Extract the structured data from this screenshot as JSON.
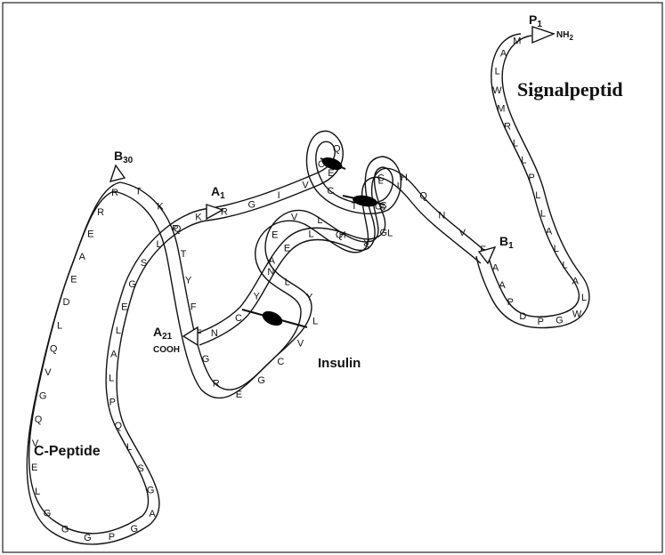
{
  "labels": {
    "signal_peptide": "Signalpeptid",
    "c_peptide": "C-Peptide",
    "insulin": "Insulin",
    "p1": "P",
    "p1_sub": "1",
    "nh2": "NH",
    "nh2_sub": "2",
    "b30": "B",
    "b30_sub": "30",
    "a1": "A",
    "a1_sub": "1",
    "b1": "B",
    "b1_sub": "1",
    "a21": "A",
    "a21_sub": "21",
    "cooh": "COOH"
  },
  "residues": {
    "signal_peptide": [
      "M",
      "A",
      "L",
      "W",
      "M",
      "R",
      "L",
      "L",
      "P",
      "L",
      "L",
      "A",
      "L",
      "L",
      "A",
      "L",
      "W",
      "G",
      "P",
      "D",
      "P",
      "A",
      "A"
    ],
    "b_chain": [
      "F",
      "V",
      "N",
      "Q",
      "H",
      "L",
      "C",
      "G",
      "S",
      "H",
      "L",
      "V",
      "E",
      "A",
      "L",
      "Y",
      "L",
      "V",
      "C",
      "G",
      "E",
      "R",
      "G",
      "F",
      "F",
      "Y",
      "T",
      "P",
      "K",
      "T"
    ],
    "c_peptide": [
      "R",
      "R",
      "E",
      "A",
      "E",
      "D",
      "L",
      "Q",
      "V",
      "G",
      "Q",
      "V",
      "E",
      "L",
      "G",
      "G",
      "G",
      "P",
      "G",
      "A",
      "G",
      "S",
      "L",
      "Q",
      "P",
      "L",
      "A",
      "L",
      "E",
      "G",
      "S",
      "L",
      "Q",
      "K"
    ],
    "a_chain": [
      "R",
      "G",
      "I",
      "V",
      "E",
      "Q",
      "C",
      "C",
      "T",
      "S",
      "I",
      "C",
      "S",
      "L",
      "Y",
      "Q",
      "L",
      "E",
      "N",
      "Y",
      "C",
      "N"
    ]
  }
}
